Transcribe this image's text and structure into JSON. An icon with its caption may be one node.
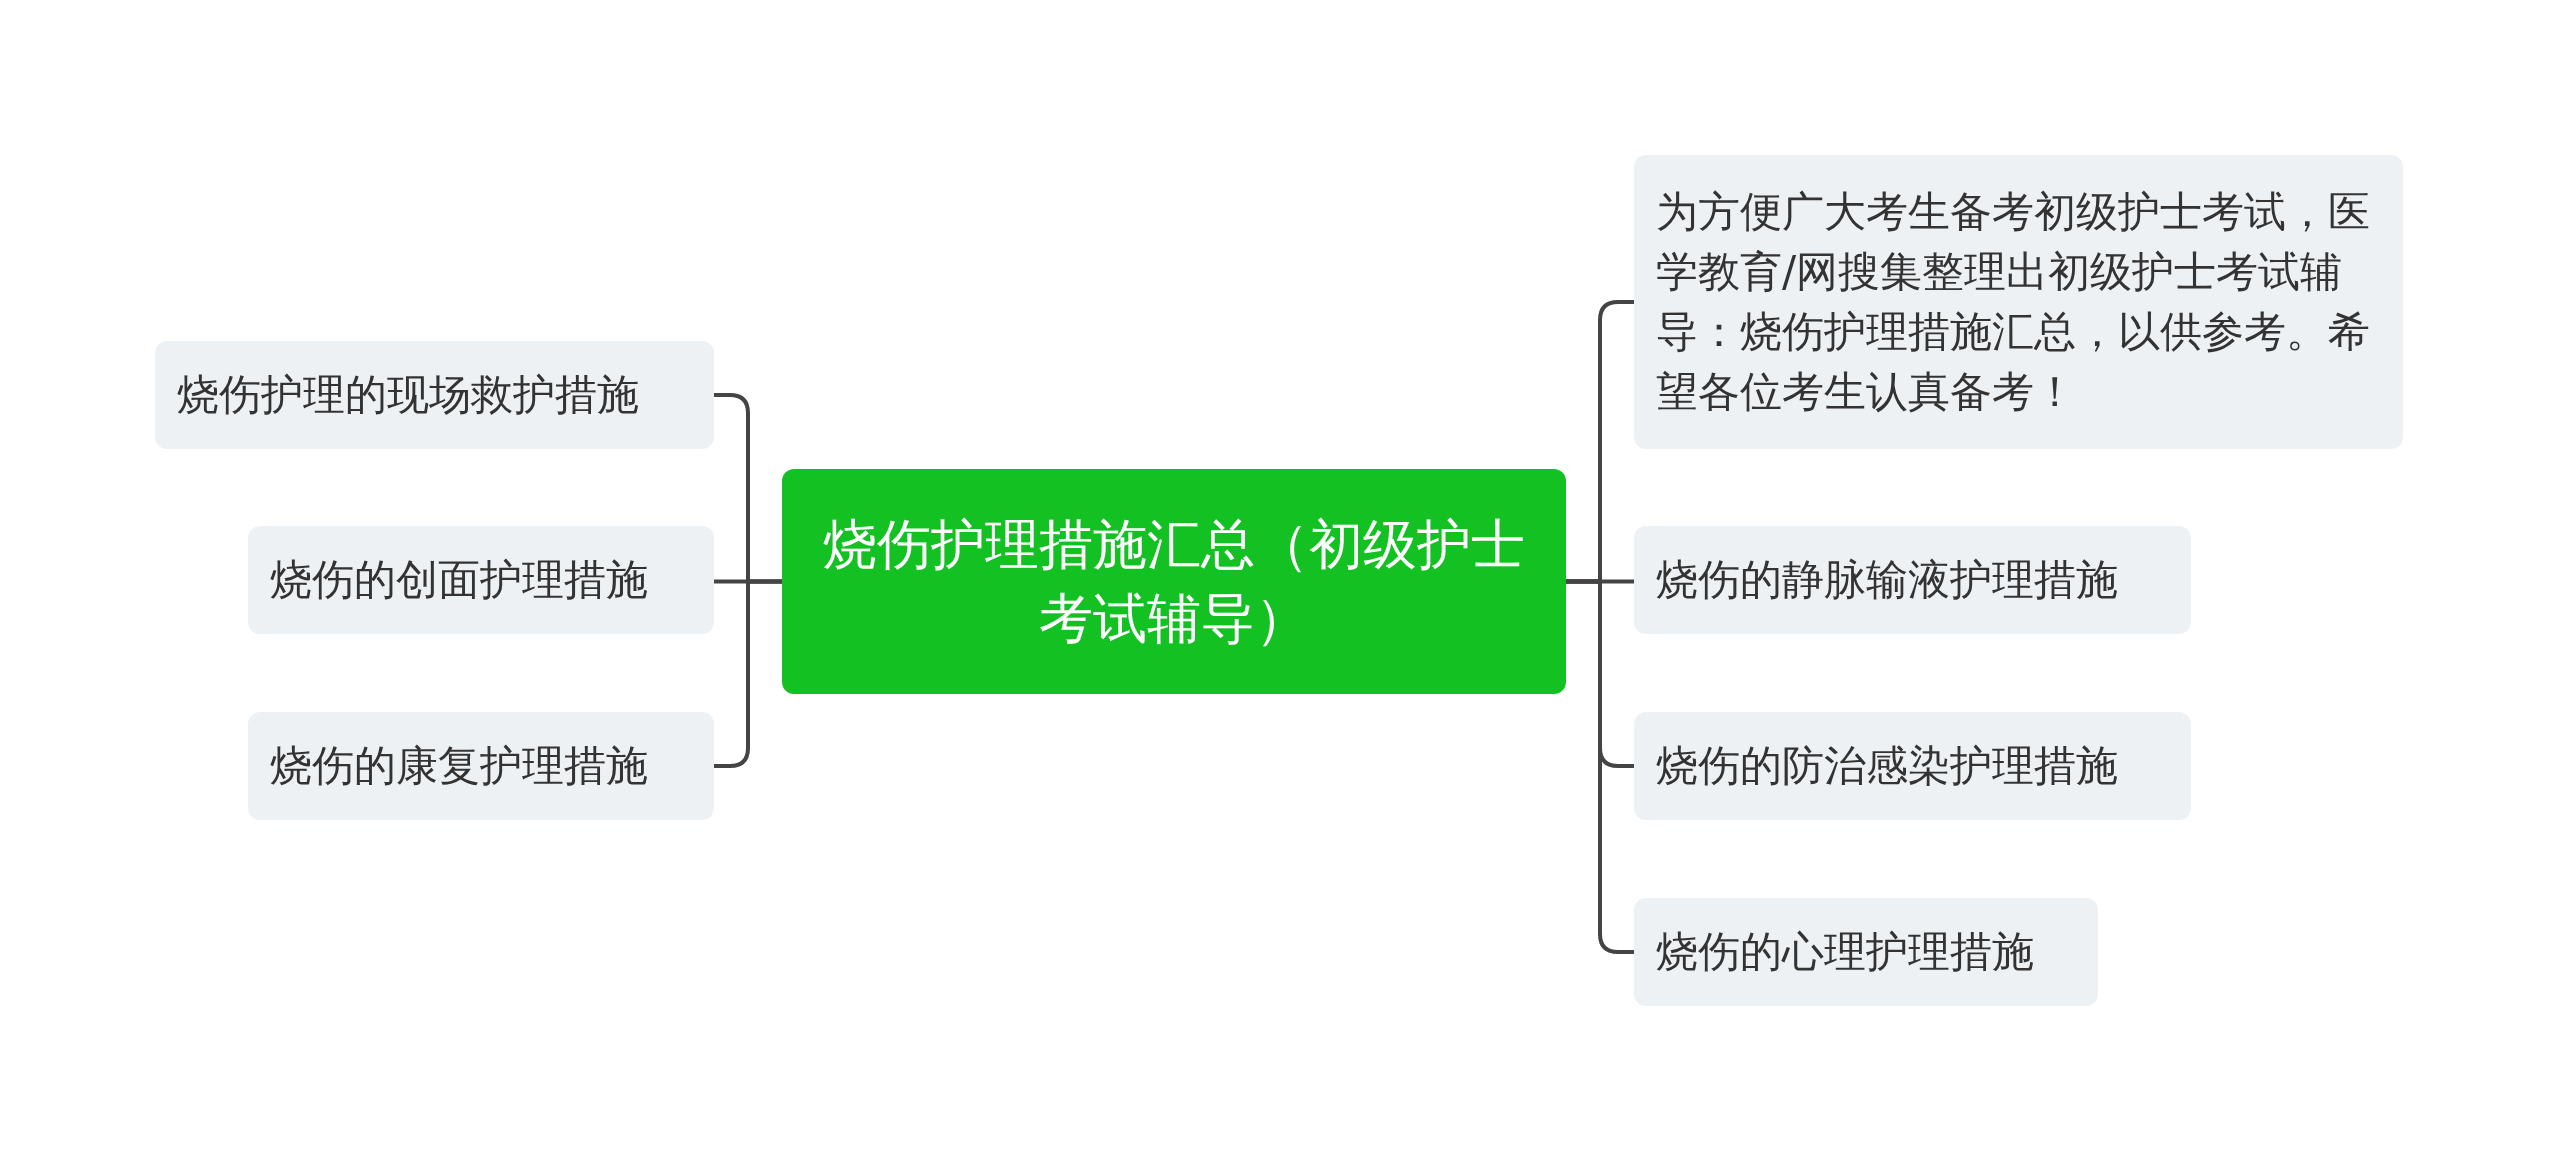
{
  "diagram": {
    "nodes": [
      {
        "text": [
          "烧伤护理措施汇总（初级护士考试辅导）"
        ]
      },
      {
        "text": [
          "烧伤护理的现场救护措施"
        ]
      },
      {
        "text": [
          "烧伤的创面护理措施"
        ]
      },
      {
        "text": [
          "烧伤的康复护理措施"
        ]
      },
      {
        "text": [
          "为方便广大考生备考初级护士考试，医学教育/网搜集整理出初级护士考试辅导：烧伤护理措施汇总，以供参考。希望各位考生认真备考！"
        ]
      },
      {
        "text": [
          "烧伤的静脉输液护理措施"
        ]
      },
      {
        "text": [
          "烧伤的防治感染护理措施"
        ]
      },
      {
        "text": [
          "烧伤的心理护理措施"
        ]
      }
    ],
    "edges": [
      {
        "from": 0,
        "to": 1,
        "arrow": "none"
      },
      {
        "from": 0,
        "to": 2,
        "arrow": "none"
      },
      {
        "from": 0,
        "to": 3,
        "arrow": "none"
      },
      {
        "from": 0,
        "to": 4,
        "arrow": "none"
      },
      {
        "from": 0,
        "to": 5,
        "arrow": "none"
      },
      {
        "from": 0,
        "to": 6,
        "arrow": "none"
      },
      {
        "from": 0,
        "to": 7,
        "arrow": "none"
      }
    ]
  }
}
